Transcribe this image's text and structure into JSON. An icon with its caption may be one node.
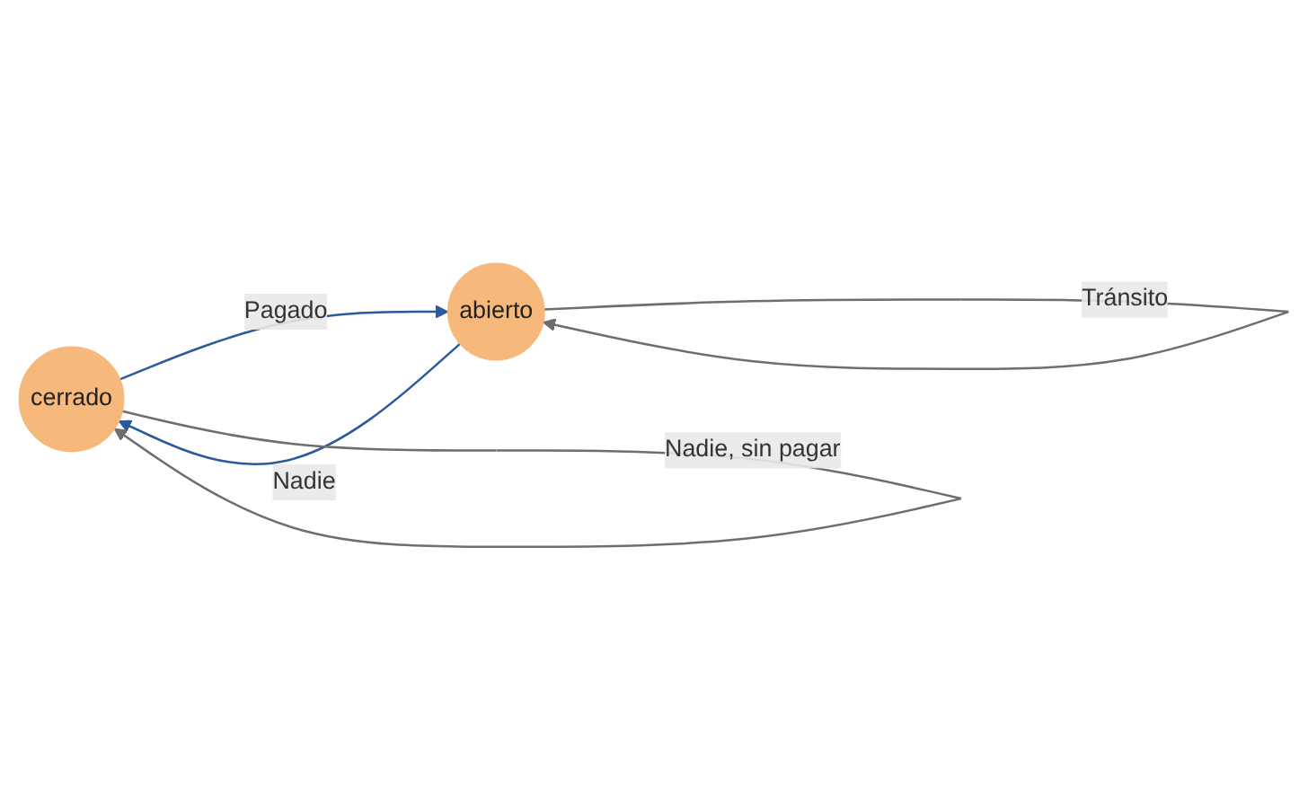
{
  "diagram": {
    "nodes": [
      {
        "text": [
          "cerrado"
        ]
      },
      {
        "text": [
          "abierto"
        ]
      }
    ],
    "edges": [
      {
        "from": 1,
        "to": 0,
        "arrow": "to",
        "label": "Nadie",
        "color": "#2a5a9e"
      },
      {
        "from": 0,
        "to": 1,
        "arrow": "to",
        "label": "Pagado",
        "color": "#2a5a9e"
      },
      {
        "from": 1,
        "to": 1,
        "arrow": "to",
        "label": "Tránsito",
        "color": "#6d6e70"
      },
      {
        "from": 0,
        "to": 0,
        "arrow": "to",
        "label": "Nadie, sin pagar",
        "color": "#6d6e70"
      }
    ]
  }
}
